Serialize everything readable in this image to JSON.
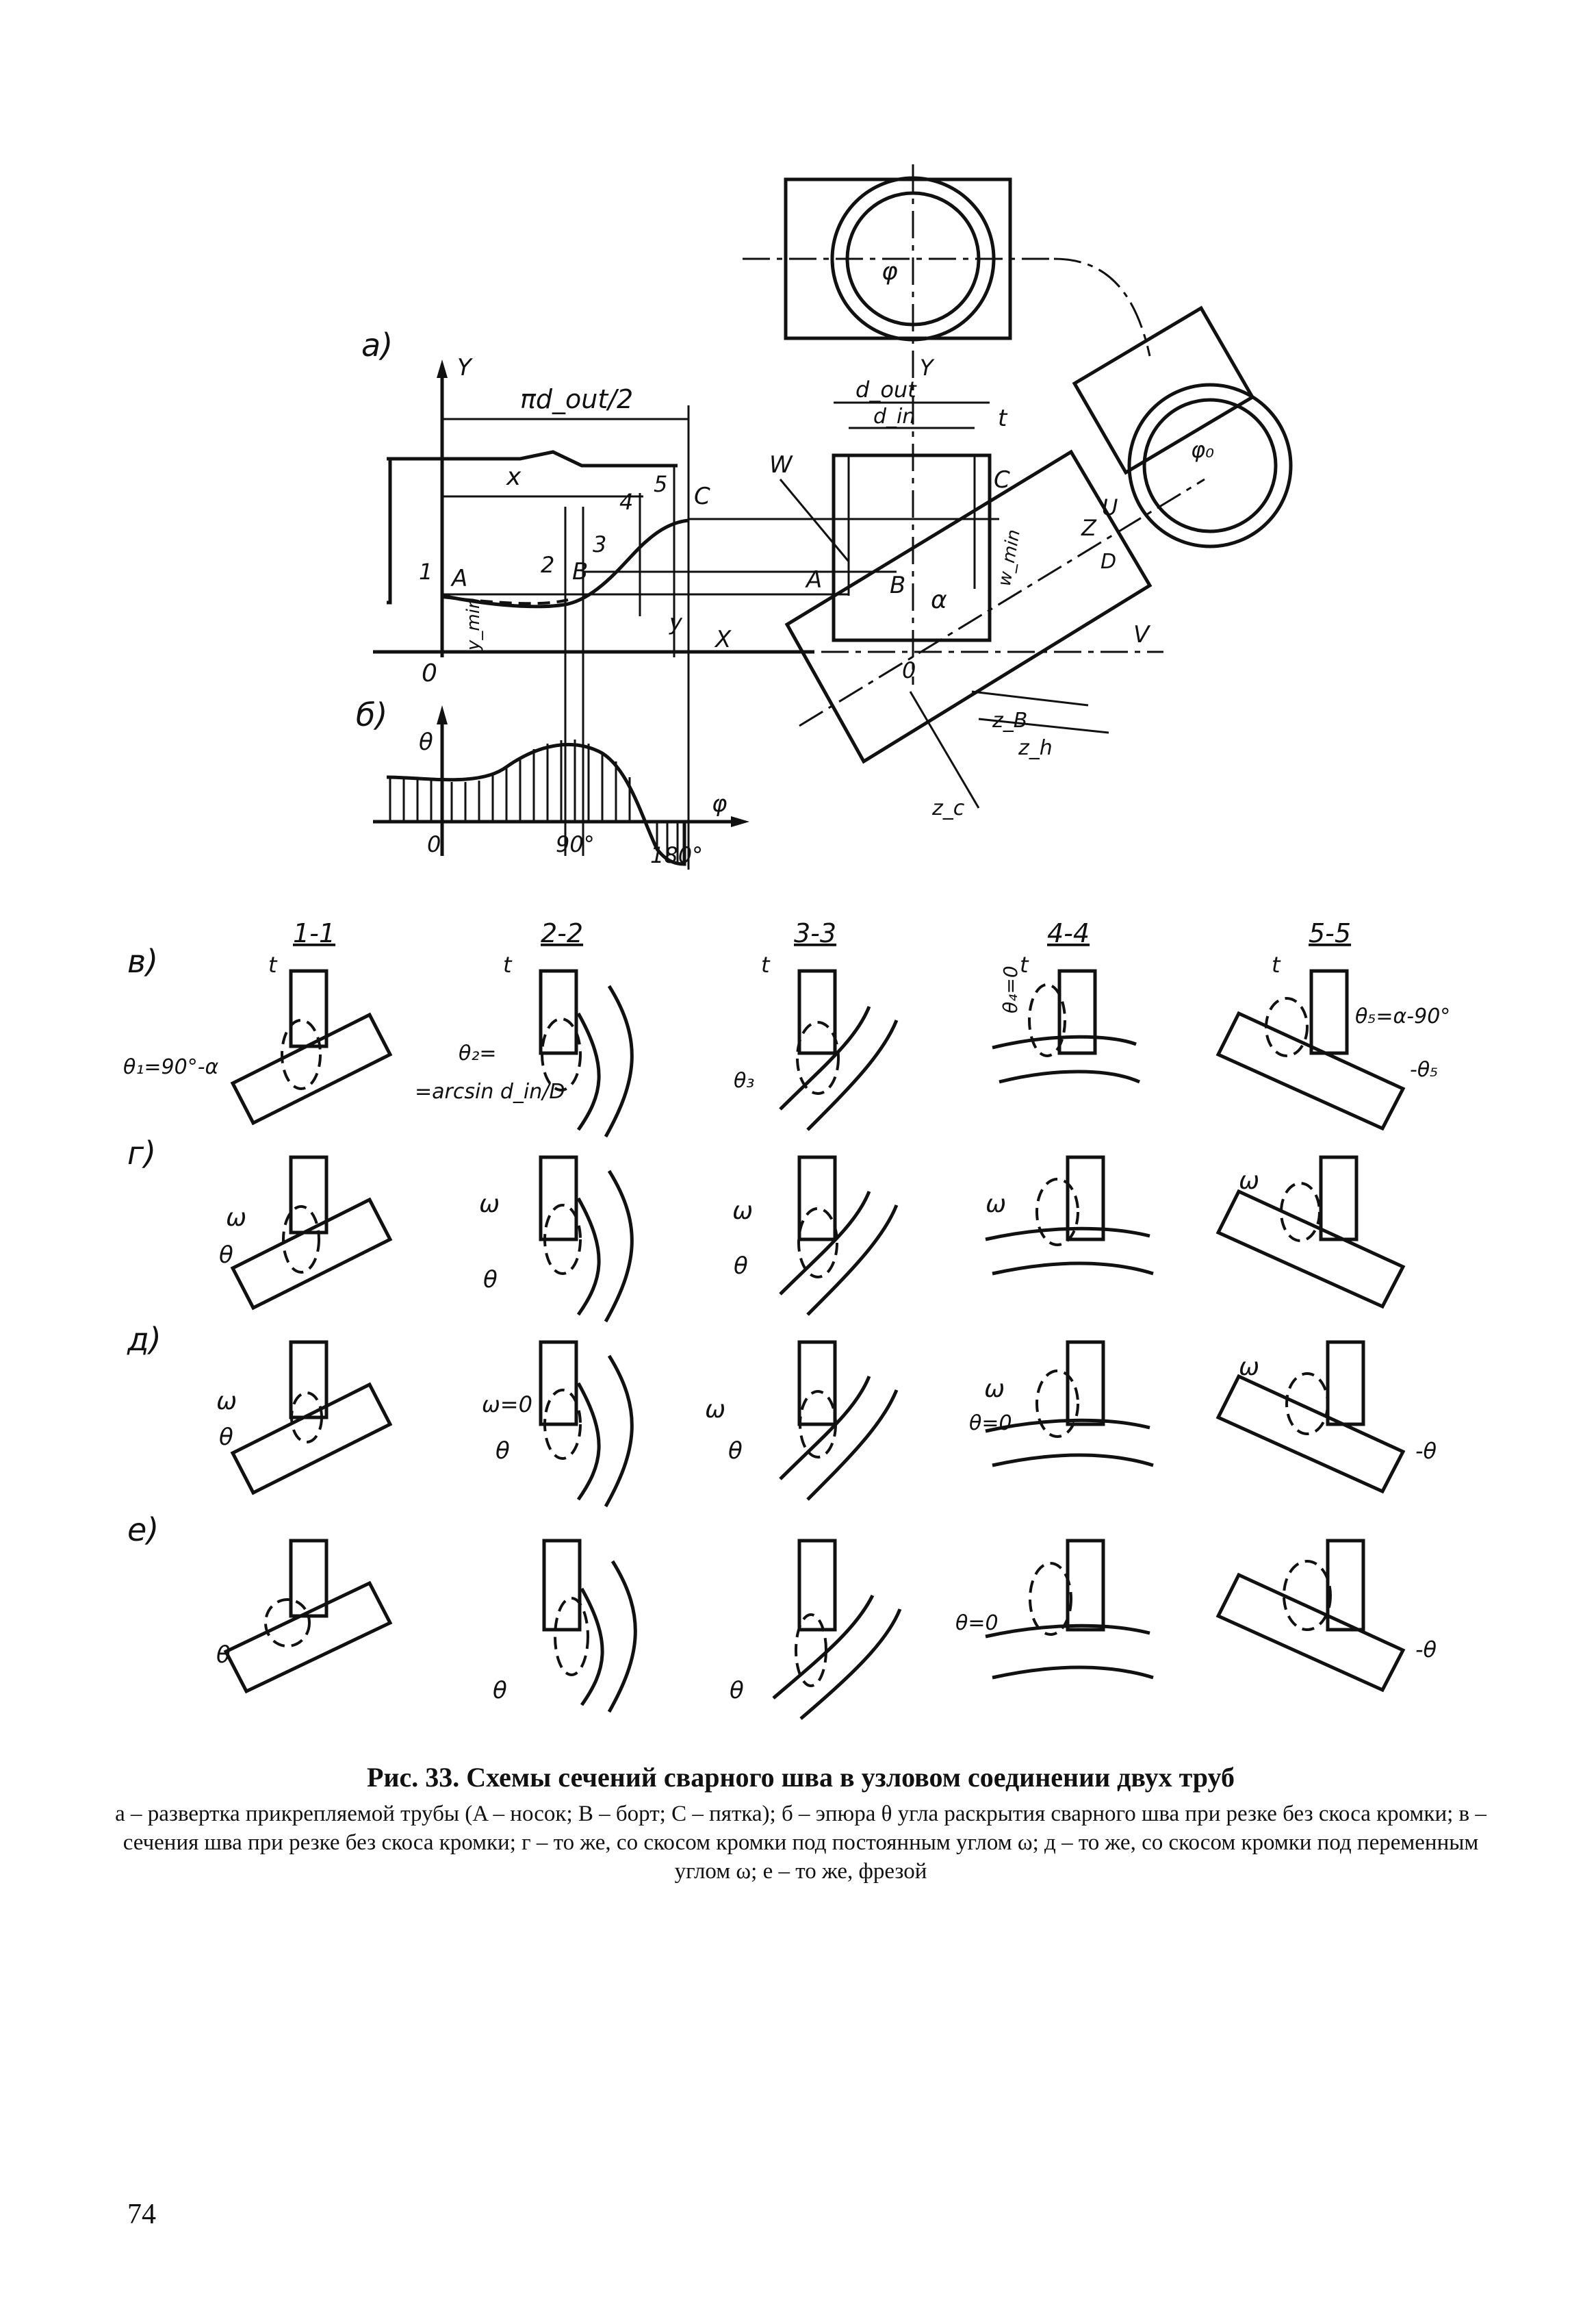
{
  "figure": {
    "title": "Рис. 33. Схемы сечений сварного шва в узловом соединении двух труб",
    "description": "а – развертка прикрепляемой трубы (A – носок; B – борт; C – пятка); б – эпюра θ угла раскрытия сварного шва при резке без скоса кромки; в – сечения шва при резке без скоса кромки; г – то же, со скосом кромки под постоянным углом ω; д – то же, со скосом кромки под переменным углом ω; е – то же, фрезой"
  },
  "panel_labels": {
    "a": "a)",
    "b": "б)",
    "v": "в)",
    "g": "г)",
    "d": "д)",
    "e": "е)"
  },
  "diagram_a": {
    "dim_half": "πd_out/2",
    "x_dim": "x",
    "axis_y": "Y",
    "axis_x": "X",
    "origin": "0",
    "points": {
      "A": "A",
      "B": "B",
      "C": "C"
    },
    "ymin": "y_min",
    "y": "y",
    "d_out": "d_out",
    "d_in": "d_in",
    "t": "t",
    "W": "W",
    "U": "U",
    "Z": "Z",
    "D": "D",
    "V": "V",
    "alpha": "α",
    "phi": "φ",
    "phi_o": "φ₀",
    "zB": "z_B",
    "zh": "z_h",
    "zc": "z_c",
    "wmin": "w_min",
    "section_marks": [
      "1",
      "2",
      "3",
      "4",
      "5"
    ]
  },
  "diagram_b": {
    "theta": "θ",
    "phi": "φ",
    "zero": "0",
    "tick_90": "90°",
    "tick_180": "180°"
  },
  "sections": {
    "headers": [
      "1-1",
      "2-2",
      "3-3",
      "4-4",
      "5-5"
    ],
    "t": "t",
    "theta1": "θ₁=90°-α",
    "theta2_a": "θ₂=",
    "theta2_b": "=arcsin d_in/D",
    "theta3": "θ₃",
    "theta4": "θ₄=0",
    "theta5": "θ₅=α-90°",
    "theta5_neg": "-θ₅",
    "omega": "ω",
    "theta": "θ",
    "omega_zero": "ω=0",
    "theta_zero": "θ=0",
    "neg_theta": "-θ"
  },
  "page_number": "74"
}
